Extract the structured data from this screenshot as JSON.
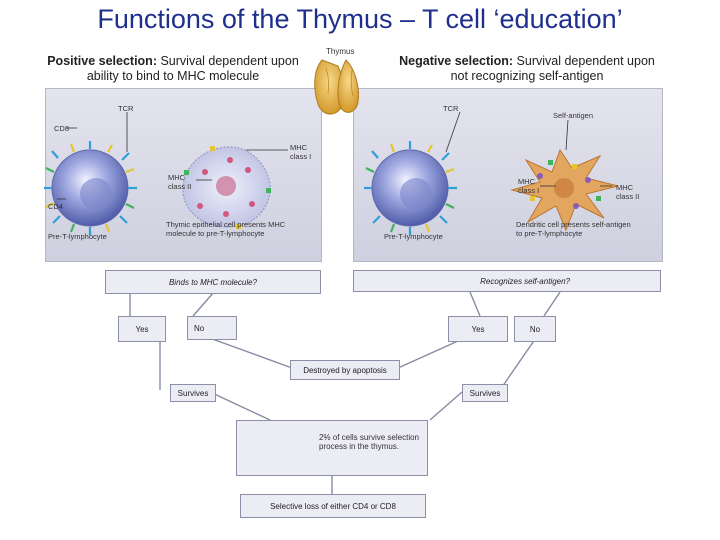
{
  "title": "Functions of the Thymus – T cell ‘education’",
  "positive": {
    "heading_bold": "Positive selection:",
    "heading_line1": "Survival dependent upon",
    "heading_line2": "ability to bind to MHC molecule"
  },
  "negative": {
    "heading_bold": "Negative selection:",
    "heading_line1": "Survival dependent upon",
    "heading_line2": "not recognizing self-antigen"
  },
  "thymus_label": "Thymus",
  "left_panel": {
    "tcr": "TCR",
    "cd8": "CD8",
    "cd4": "CD4",
    "mhc1_a": "MHC",
    "mhc1_b": "class I",
    "mhc2_a": "MHC",
    "mhc2_b": "class II",
    "pre_t": "Pre-T-lymphocyte",
    "caption_a": "Thymic epithelial cell presents MHC",
    "caption_b": "molecule to pre-T-lymphocyte"
  },
  "right_panel": {
    "tcr": "TCR",
    "self_antigen": "Self-antigen",
    "mhc_a": "MHC",
    "mhc_b": "class I",
    "mhc2_a": "MHC",
    "mhc2_b": "class II",
    "pre_t": "Pre-T-lymphocyte",
    "caption_a": "Dendritic cell presents self-antigen",
    "caption_b": "to pre-T-lymphocyte"
  },
  "flow": {
    "binds_question": "Binds to MHC molecule?",
    "recognizes_question": "Recognizes self-antigen?",
    "left_yes": "Yes",
    "left_no": "No",
    "right_yes": "Yes",
    "right_no": "No",
    "destroyed": "Destroyed by apoptosis",
    "survives_left": "Survives",
    "survives_right": "Survives",
    "summary_a": "2% of cells survive selection",
    "summary_b": "process in the thymus.",
    "selective_loss": "Selective loss of either CD4 or CD8"
  },
  "colors": {
    "title": "#1f2f8c",
    "panel": "#d9dae6",
    "t_cell": "#6f7dc4",
    "epithelial": "#c7c9e4",
    "dendritic": "#e0a25c",
    "thymus": "#e3b64a"
  }
}
